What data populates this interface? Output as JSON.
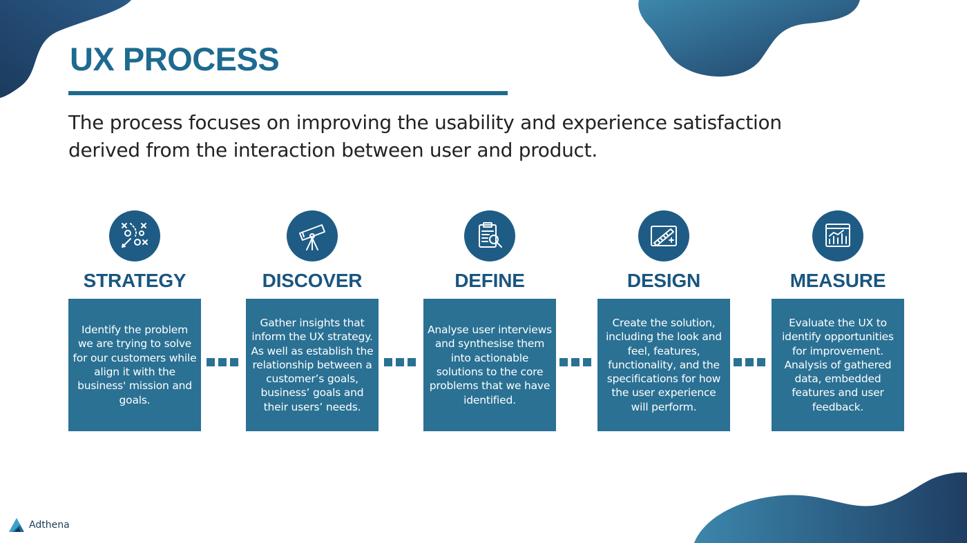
{
  "slide": {
    "title": "UX PROCESS",
    "subtitle": "The process focuses on improving the usability and experience satisfaction derived from the interaction between user and product."
  },
  "steps": [
    {
      "name": "STRATEGY",
      "icon": "strategy-play-icon",
      "description": "Identify the problem we are trying to solve for our customers while align it with the business' mission and goals."
    },
    {
      "name": "DISCOVER",
      "icon": "telescope-icon",
      "description": "Gather insights that inform the UX strategy. As well as establish the relationship between a customer’s goals, business’ goals and their users’ needs."
    },
    {
      "name": "DEFINE",
      "icon": "clipboard-search-icon",
      "description": "Analyse user interviews and synthesise them into actionable solutions to the core problems that we have identified."
    },
    {
      "name": "DESIGN",
      "icon": "design-tools-icon",
      "description": "Create the solution, including the look and feel, features, functionality, and the specifications for how the user experience will perform."
    },
    {
      "name": "MEASURE",
      "icon": "analytics-chart-icon",
      "description": "Evaluate the UX to identify opportunities for improvement. Analysis of gathered data, embedded features and user feedback."
    }
  ],
  "brand": {
    "logo_text": "Adthena",
    "icon": "adthena-logo-icon"
  },
  "colors": {
    "title": "#1e6a91",
    "box": "#2a7194",
    "icon_circle": "#1e5c85",
    "blob_dark": "#1f3e63",
    "blob_light": "#3d87ad"
  }
}
